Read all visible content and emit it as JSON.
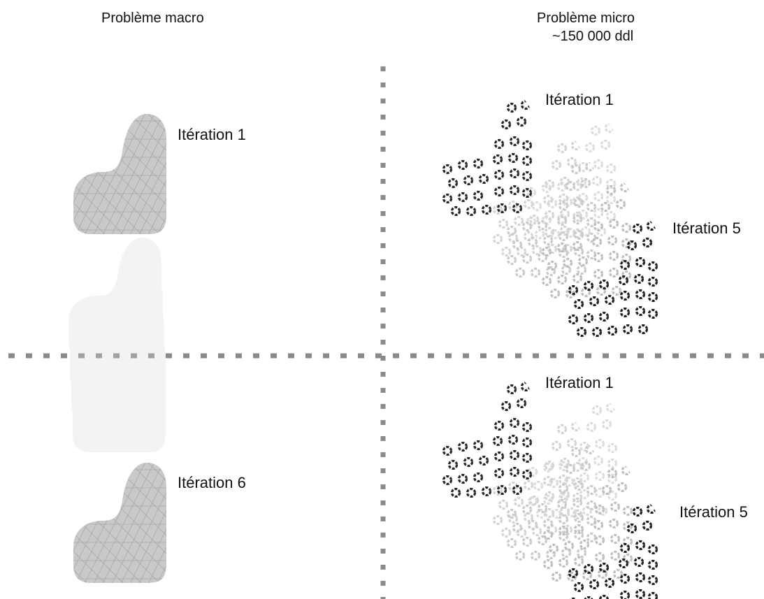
{
  "headers": {
    "macro": "Problème macro",
    "micro_title": "Problème micro",
    "micro_subtitle": "~150 000 ddl"
  },
  "labels": {
    "macro_top": "Itération 1",
    "macro_bottom": "Itération 6",
    "micro_top_first": "Itération 1",
    "micro_top_last": "Itération 5",
    "micro_bottom_first": "Itération 1",
    "micro_bottom_last": "Itération 5"
  },
  "colors": {
    "separator": "#8a8a8a",
    "macro_shape": "#c9c9c9",
    "mesh_line": "#9a9a9a",
    "micro_dark": "#222222",
    "micro_light": "#c8c8c8"
  }
}
